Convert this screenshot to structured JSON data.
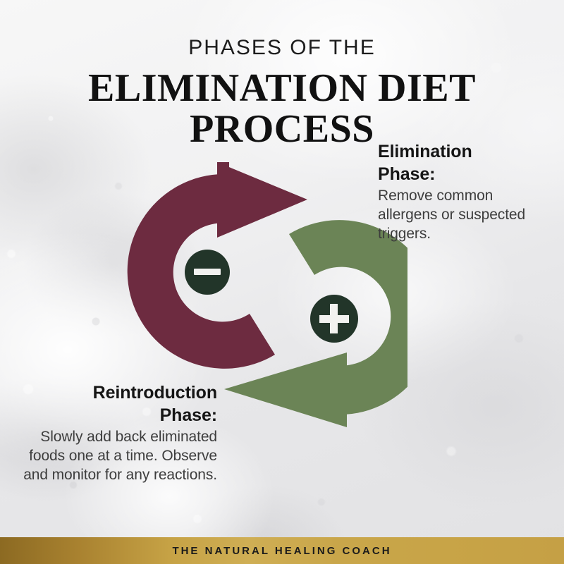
{
  "header": {
    "kicker": "PHASES OF THE",
    "headline_line1": "ELIMINATION DIET",
    "headline_line2": "PROCESS"
  },
  "diagram": {
    "type": "two-phase-cycle",
    "elimination_arrow": {
      "semantic": "elimination-arrow",
      "color": "#6d2b40",
      "direction": "clockwise-top-right"
    },
    "reintroduction_arrow": {
      "semantic": "reintroduction-arrow",
      "color": "#6b8456",
      "direction": "clockwise-bottom-left"
    },
    "minus_badge": {
      "symbol": "−",
      "label": "minus-badge",
      "color": "#223529"
    },
    "plus_badge": {
      "symbol": "+",
      "label": "plus-badge",
      "color": "#223529"
    }
  },
  "callouts": [
    {
      "id": "elimination",
      "title": "Elimination Phase:",
      "title_line1": "Elimination",
      "title_line2": "Phase:",
      "body": "Remove common allergens or suspected triggers."
    },
    {
      "id": "reintroduction",
      "title": "Reintroduction Phase:",
      "title_line1": "Reintroduction",
      "title_line2": "Phase:",
      "body": "Slowly add back eliminated foods one at a time. Observe and monitor for any reactions."
    }
  ],
  "footer": {
    "brand": "THE NATURAL HEALING COACH"
  },
  "colors": {
    "maroon": "#6d2b40",
    "green": "#6b8456",
    "badge_dark": "#223529",
    "gold_left": "#8c6a22",
    "gold_right": "#c5a045",
    "text_dark": "#151515",
    "text_body": "#3d3d3d",
    "background": "#ececed"
  }
}
